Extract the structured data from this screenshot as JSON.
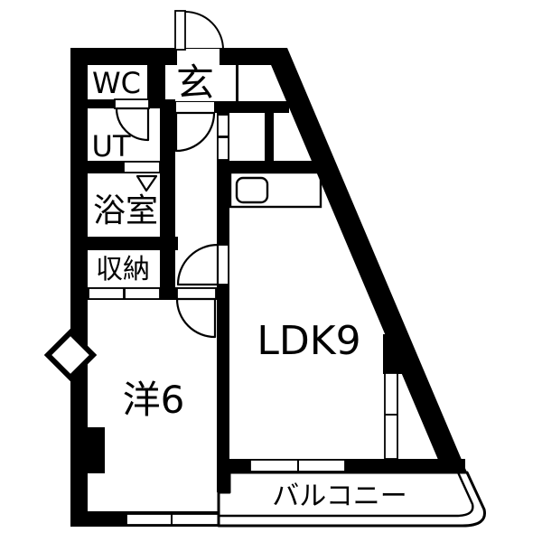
{
  "plan": {
    "rooms": {
      "wc": {
        "label": "WC"
      },
      "entrance": {
        "label": "玄"
      },
      "utility": {
        "label": "UT"
      },
      "bathroom": {
        "label": "浴室"
      },
      "storage": {
        "label": "収納"
      },
      "western_room": {
        "label": "洋6"
      },
      "ldk": {
        "label": "LDK9"
      },
      "balcony": {
        "label": "バルコニー"
      }
    },
    "colors": {
      "wall": "#000000",
      "floor": "#ffffff"
    }
  }
}
